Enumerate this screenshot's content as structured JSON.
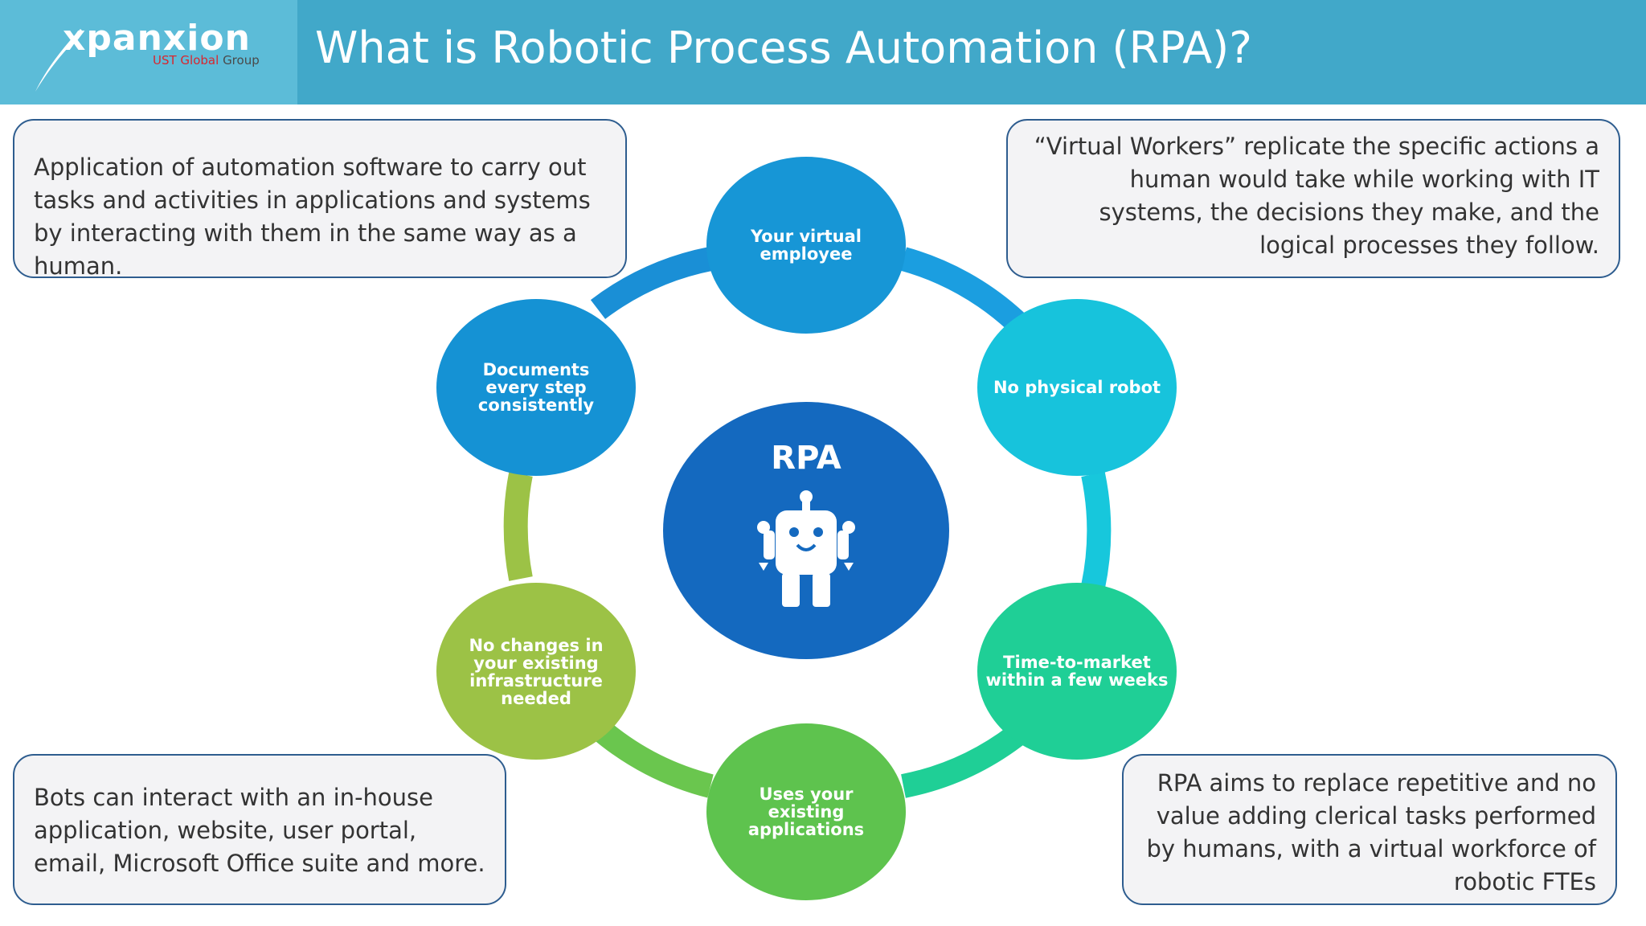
{
  "header": {
    "title": "What is Robotic Process Automation (RPA)?",
    "logo": {
      "name": "xpanxion",
      "sub_brand": "UST Global",
      "sub_suffix": "Group"
    }
  },
  "boxes": {
    "top_left": "Application of automation software to carry out tasks and activities in applications and systems by interacting with them in the same way as a human.",
    "top_right": "“Virtual Workers” replicate the specific actions a human would take while working with IT systems, the decisions they make, and the logical processes they follow.",
    "bottom_left": "Bots can interact with an in-house application, website, user portal, email, Microsoft Office suite and more.",
    "bottom_right": "RPA aims to replace repetitive and no value adding clerical tasks performed by humans, with a virtual workforce of robotic FTEs"
  },
  "diagram": {
    "center_label": "RPA",
    "center_icon": "robot-icon",
    "nodes": [
      {
        "id": "virtual-employee",
        "label": "Your virtual employee",
        "color": "#1796d6"
      },
      {
        "id": "no-physical-robot",
        "label": "No physical robot",
        "color": "#17c3dc"
      },
      {
        "id": "time-to-market",
        "label": "Time-to-market within a few weeks",
        "color": "#1fcf96"
      },
      {
        "id": "uses-existing-apps",
        "label": "Uses your existing applications",
        "color": "#5ec34e"
      },
      {
        "id": "no-changes",
        "label": "No changes in your existing infrastructure needed",
        "color": "#9cc246"
      },
      {
        "id": "documents",
        "label": "Documents every step consistently",
        "color": "#1592d4"
      }
    ],
    "center_color": "#1469bf"
  }
}
